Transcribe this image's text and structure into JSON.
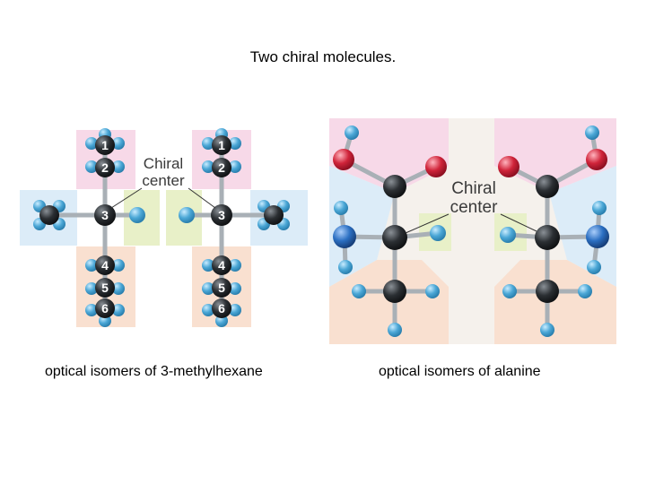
{
  "title": "Two chiral molecules.",
  "left_panel": {
    "caption": "optical isomers of 3-methylhexane",
    "callout": [
      "Chiral",
      "center"
    ],
    "numbers": [
      "1",
      "2",
      "3",
      "4",
      "5",
      "6"
    ]
  },
  "right_panel": {
    "caption": "optical isomers of alanine",
    "callout": [
      "Chiral",
      "center"
    ]
  },
  "colors": {
    "carbon": "#2b2f33",
    "hydrogen": "#4ba7d6",
    "oxygen": "#d0243a",
    "nitrogen": "#2b6fc2",
    "bond": "#a9b0b6",
    "pink_region": "#f7d9e8",
    "blue_region": "#dcecf8",
    "peach_region": "#f9e0d0",
    "green_region": "#e8f0c8"
  }
}
